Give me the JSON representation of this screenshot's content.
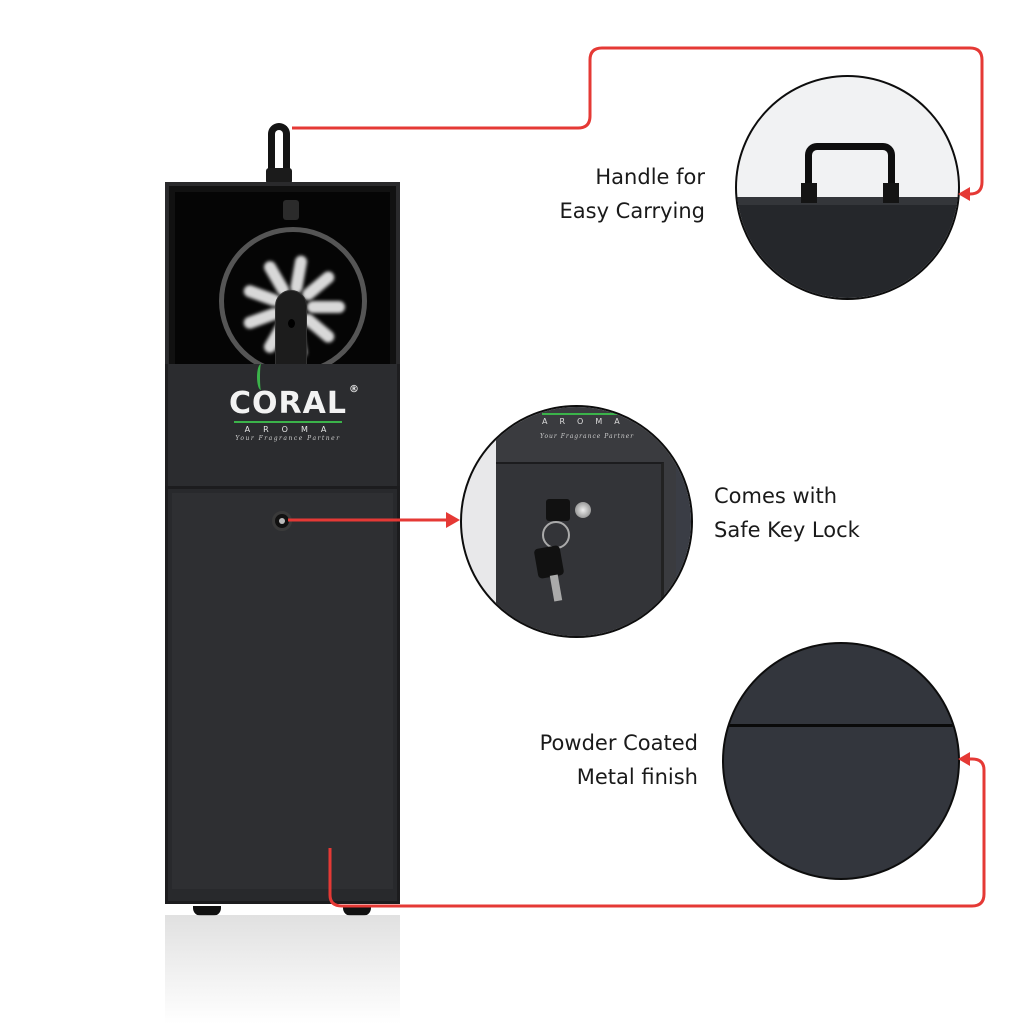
{
  "product": {
    "brand": "CORAL",
    "registered_mark": "®",
    "sub_brand": "AROMA",
    "tagline": "Your Fragrance Partner",
    "body_color": "#2b2c2f",
    "logo_accent_color": "#3bb34a"
  },
  "callouts": [
    {
      "id": "handle",
      "lines": [
        "Handle for",
        "Easy Carrying"
      ],
      "zoom_subject": "carry-handle"
    },
    {
      "id": "lock",
      "lines": [
        "Comes with",
        "Safe Key Lock"
      ],
      "zoom_subject": "key-lock",
      "inset_sub_brand": "AROMA",
      "inset_tagline": "Your Fragrance Partner"
    },
    {
      "id": "finish",
      "lines": [
        "Powder Coated",
        "Metal finish"
      ],
      "zoom_subject": "metal-surface"
    }
  ],
  "theme": {
    "callout_line_color": "#e53935",
    "background": "#ffffff",
    "text_color": "#1a1a1a"
  }
}
